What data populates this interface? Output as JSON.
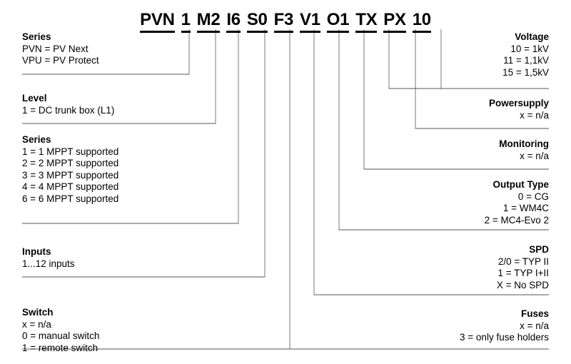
{
  "diagram": {
    "type": "product-code-key",
    "code_segments": [
      "PVN",
      "1",
      "M2",
      "I6",
      "S0",
      "F3",
      "V1",
      "O1",
      "TX",
      "PX",
      "10"
    ],
    "left_blocks": [
      {
        "key": "series-prefix",
        "title": "Series",
        "options": [
          "PVN = PV Next",
          "VPU = PV Protect"
        ]
      },
      {
        "key": "level",
        "title": "Level",
        "options": [
          "1 = DC trunk box (L1)"
        ]
      },
      {
        "key": "series-mppt",
        "title": "Series",
        "options": [
          "1 = 1 MPPT supported",
          "2 = 2 MPPT supported",
          "3 = 3 MPPT supported",
          "4 = 4 MPPT supported",
          "6 = 6 MPPT supported"
        ]
      },
      {
        "key": "inputs",
        "title": "Inputs",
        "options": [
          "1...12 inputs"
        ]
      },
      {
        "key": "switch",
        "title": "Switch",
        "options": [
          "x = n/a",
          "0 = manual switch",
          "1 = remote switch"
        ]
      }
    ],
    "right_blocks": [
      {
        "key": "voltage",
        "title": "Voltage",
        "options": [
          "10 = 1kV",
          "11 = 1,1kV",
          "15 = 1,5kV"
        ]
      },
      {
        "key": "powersupply",
        "title": "Powersupply",
        "options": [
          "x = n/a"
        ]
      },
      {
        "key": "monitoring",
        "title": "Monitoring",
        "options": [
          "x = n/a"
        ]
      },
      {
        "key": "output-type",
        "title": "Output Type",
        "options": [
          "0 = CG",
          "1 = WM4C",
          "2 = MC4-Evo 2"
        ]
      },
      {
        "key": "spd",
        "title": "SPD",
        "options": [
          "2/0 = TYP II",
          "1 = TYP I+II",
          "X = No SPD"
        ]
      },
      {
        "key": "fuses",
        "title": "Fuses",
        "options": [
          "x = n/a",
          "3 = only fuse holders"
        ]
      }
    ],
    "colors": {
      "text": "#000000",
      "rule": "#000000",
      "leader": "#7a7a7a",
      "background": "#ffffff"
    }
  }
}
